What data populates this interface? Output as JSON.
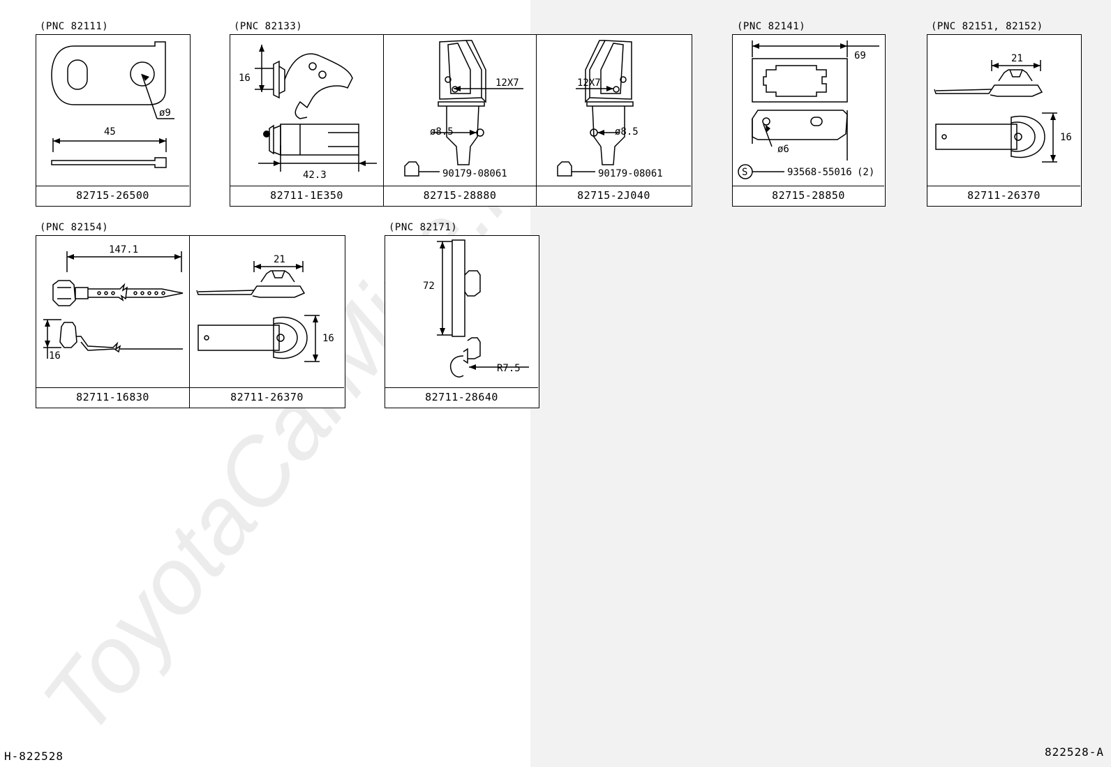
{
  "groups": [
    {
      "pnc": "(PNC 82111)",
      "parts": [
        "82715-26500"
      ]
    },
    {
      "pnc": "(PNC 82133)",
      "parts": [
        "82711-1E350",
        "82715-28880",
        "82715-2J040"
      ]
    },
    {
      "pnc": "(PNC 82141)",
      "parts": [
        "82715-28850"
      ]
    },
    {
      "pnc": "(PNC 82151, 82152)",
      "parts": [
        "82711-26370"
      ]
    },
    {
      "pnc": "(PNC 82154)",
      "parts": [
        "82711-16830",
        "82711-26370"
      ]
    },
    {
      "pnc": "(PNC 82171)",
      "parts": [
        "82711-28640"
      ]
    }
  ],
  "dims": {
    "d_phi9": "ø9",
    "d_45": "45",
    "d_16": "16",
    "d_42_3": "42.3",
    "d_12x7": "12X7",
    "d_phi8_5": "ø8.5",
    "bolt_90179": "90179-08061",
    "d_69": "69",
    "d_phi6": "ø6",
    "screw_93568": "93568-55016",
    "screw_qty": "(2)",
    "screw_mark": "S",
    "d_21": "21",
    "d_147_1": "147.1",
    "d_72": "72",
    "d_r7_5": "R7.5"
  },
  "footer": {
    "left_code": "H-822528",
    "right_code": "822528-A"
  },
  "watermark": "ToyotaCarMine.ru"
}
